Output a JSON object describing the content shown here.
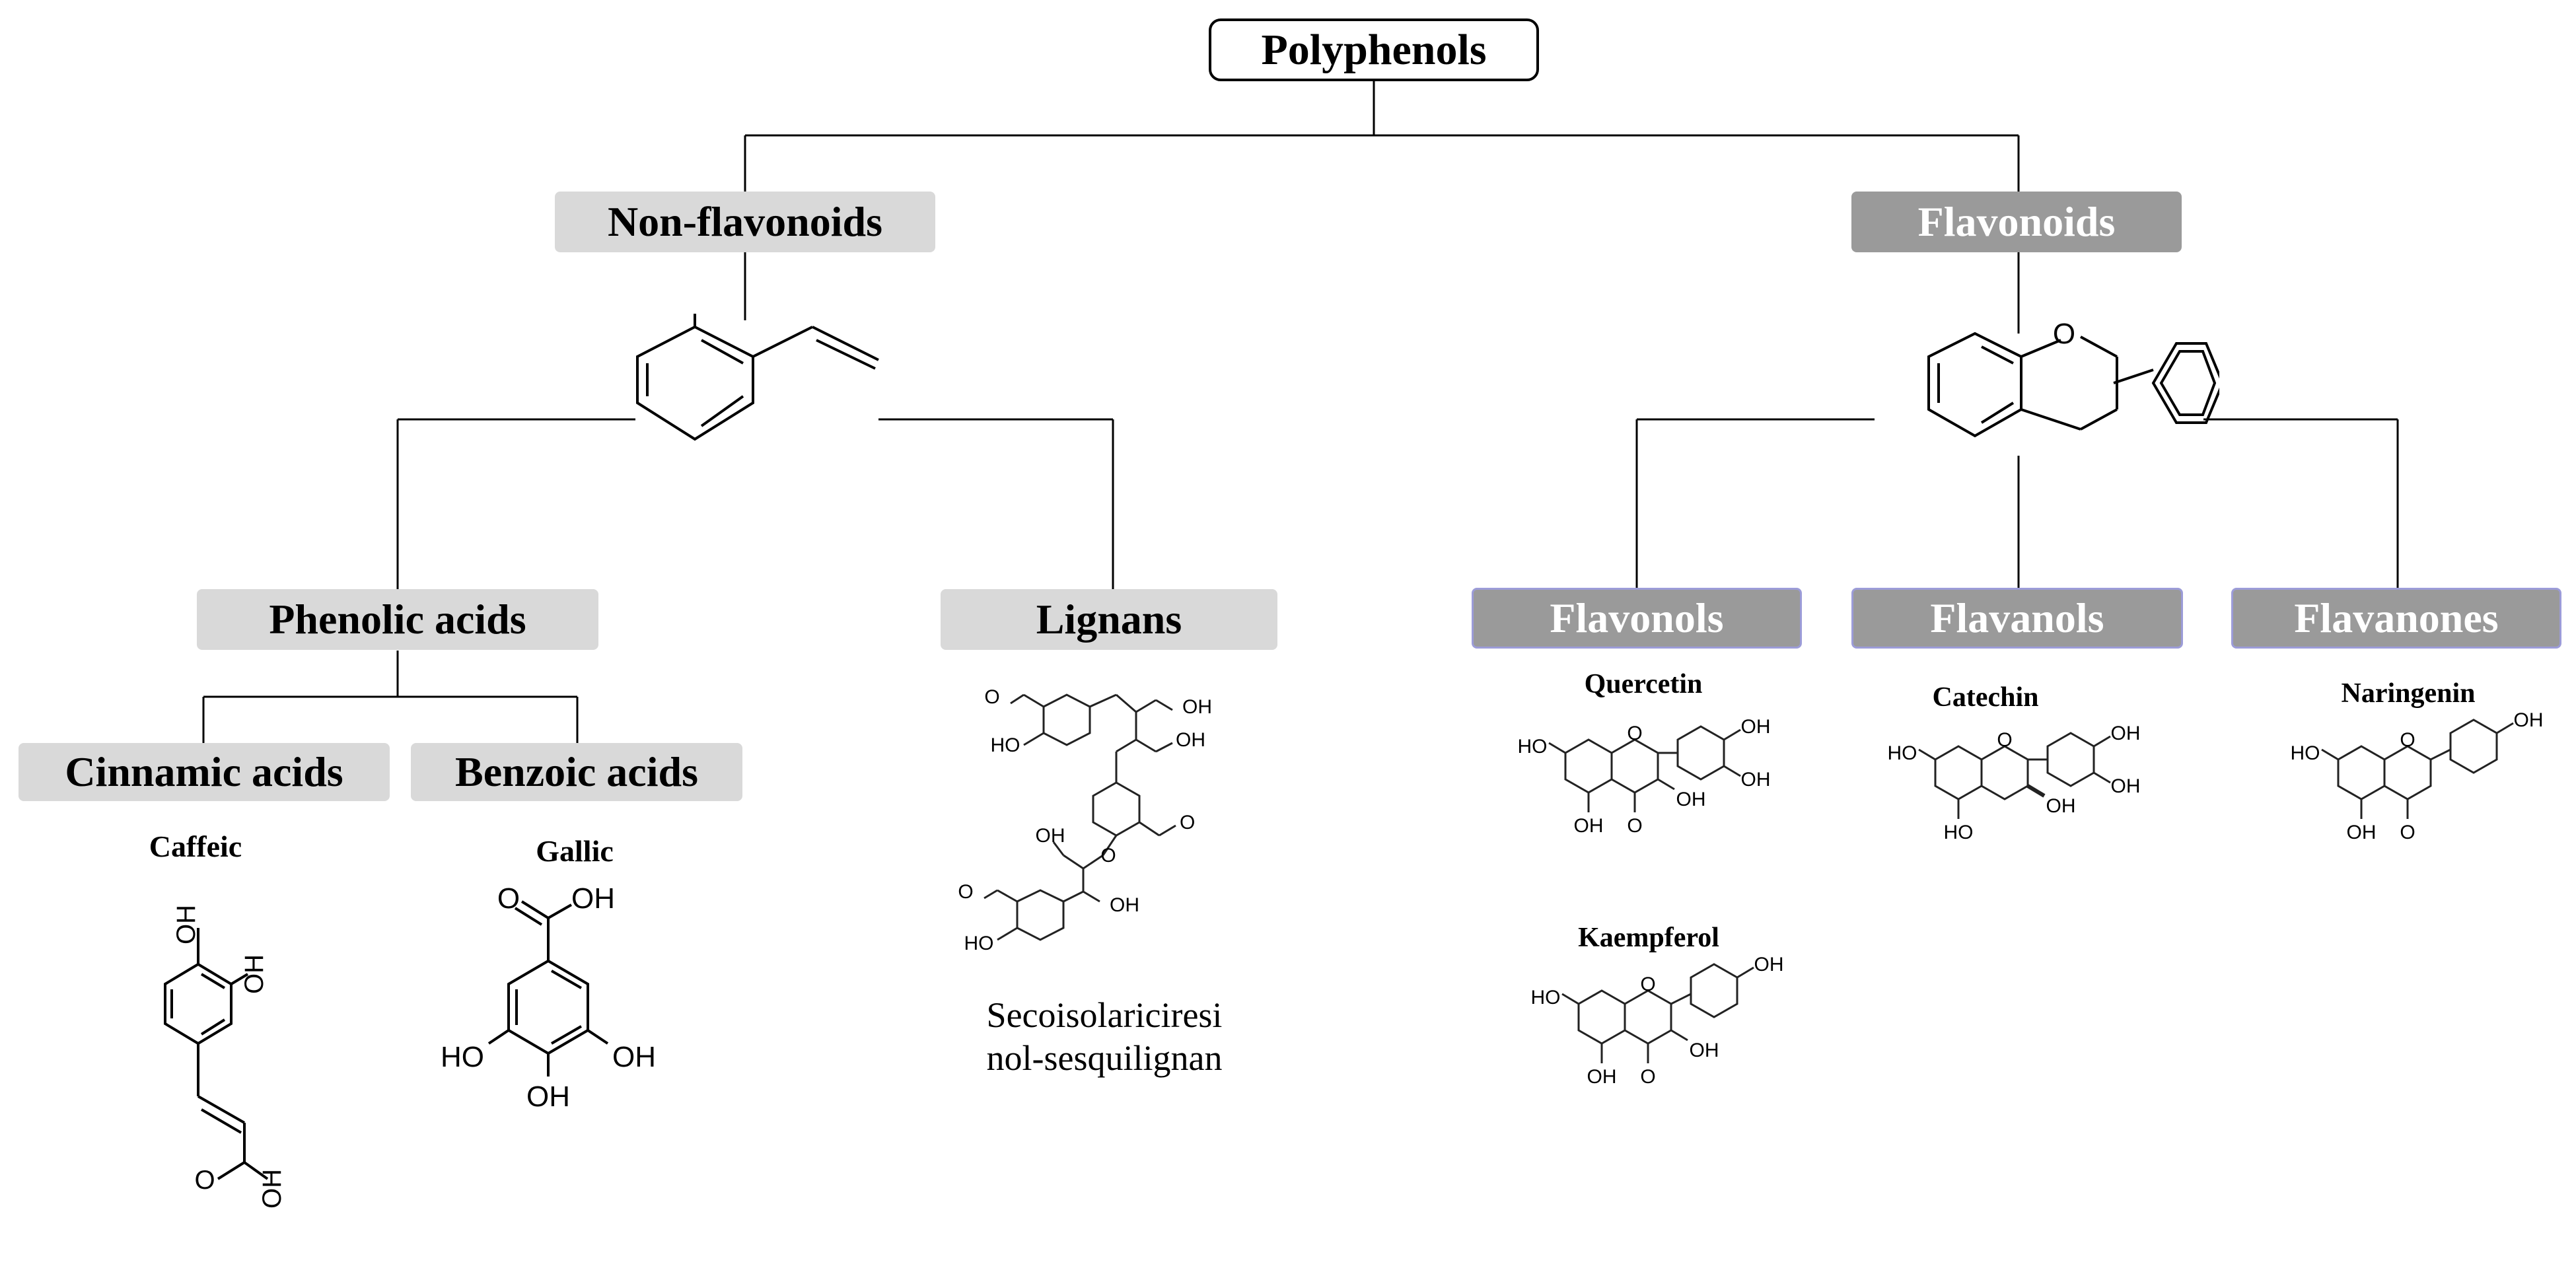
{
  "root": {
    "label": "Polyphenols"
  },
  "non_flavonoids": {
    "label": "Non-flavonoids",
    "phenolic_acids": {
      "label": "Phenolic acids",
      "cinnamic_acids": {
        "label": "Cinnamic acids",
        "compound": "Caffeic"
      },
      "benzoic_acids": {
        "label": "Benzoic acids",
        "compound": "Gallic"
      }
    },
    "lignans": {
      "label": "Lignans",
      "compound_line1": "Secoisolariciresi",
      "compound_line2": "nol-sesquilignan"
    }
  },
  "flavonoids": {
    "label": "Flavonoids",
    "flavonols": {
      "label": "Flavonols",
      "compounds": [
        "Quercetin",
        "Kaempferol"
      ]
    },
    "flavanols": {
      "label": "Flavanols",
      "compound": "Catechin"
    },
    "flavanones": {
      "label": "Flavanones",
      "compound": "Naringenin"
    }
  },
  "atom_labels": {
    "OH": "OH",
    "HO": "HO",
    "O": "O"
  },
  "colors": {
    "light_box": "#d9d9d9",
    "dark_box": "#9a9a9a",
    "line": "#000000"
  }
}
